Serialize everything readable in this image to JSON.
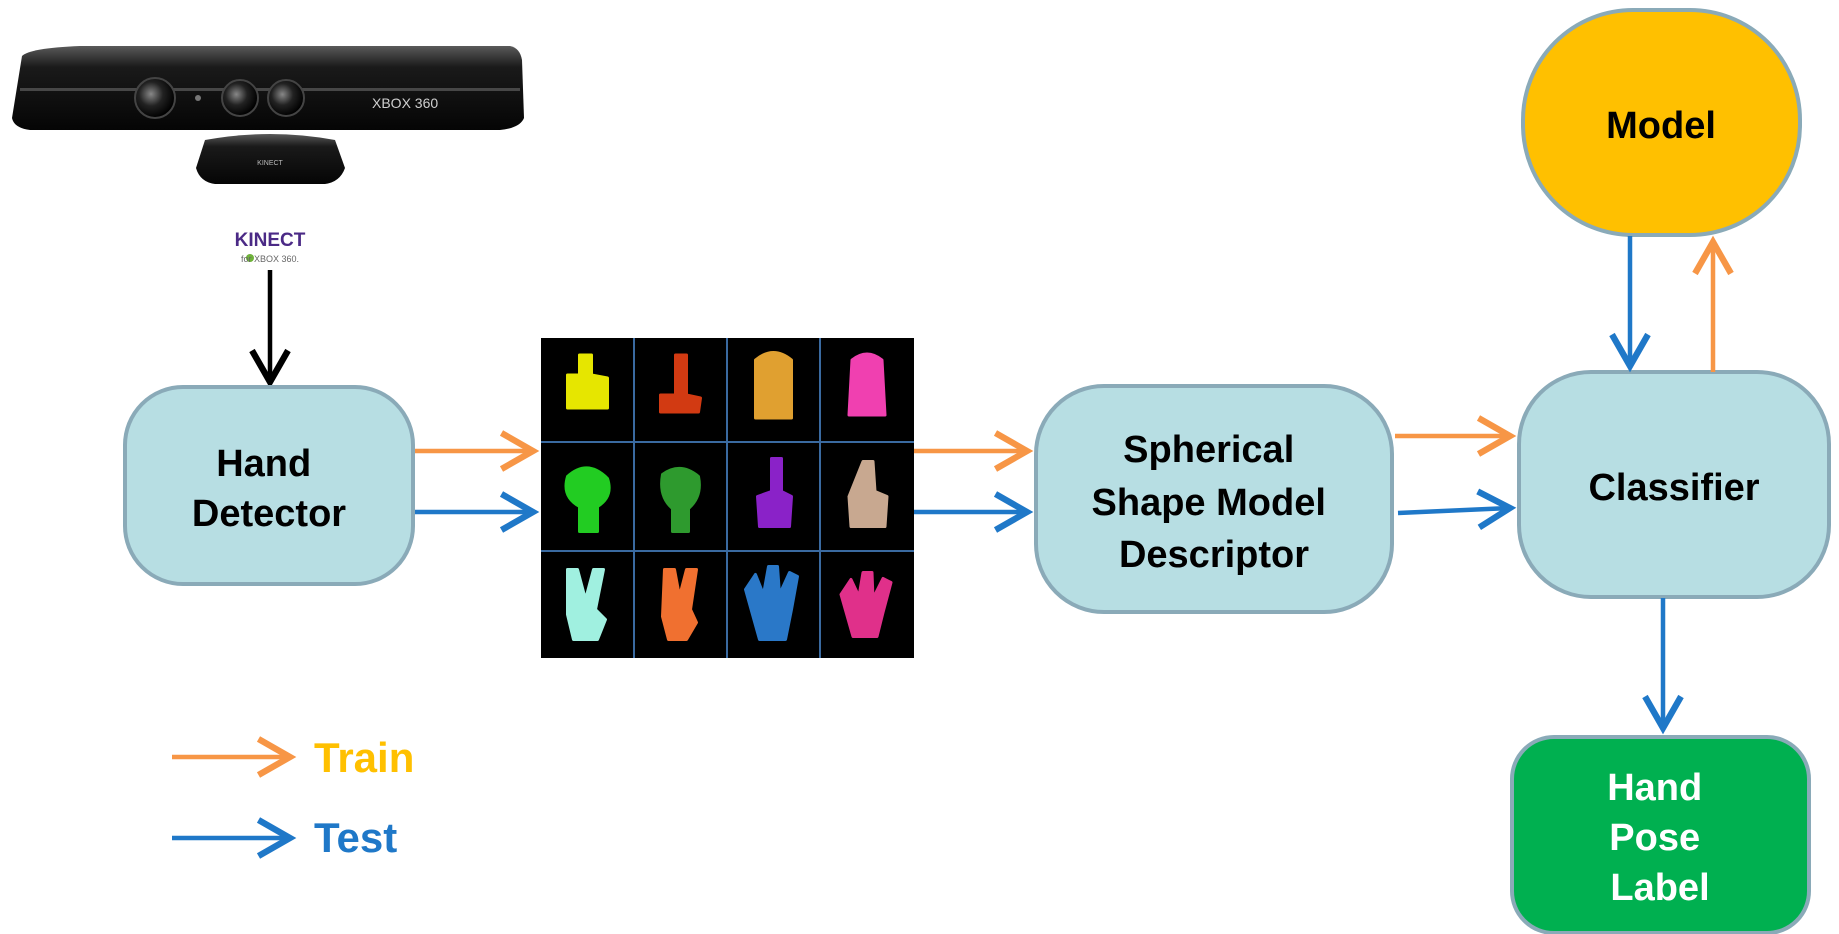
{
  "colors": {
    "train": "#F79646",
    "test": "#1F78C8",
    "input_arrow": "#000000",
    "box_fill": "#B7DEE3",
    "box_stroke": "#8AAAB8",
    "model_fill": "#FFC000",
    "label_fill": "#00B050",
    "train_text": "#FFC000",
    "test_text": "#1F78C8"
  },
  "sensor": {
    "device_text": "XBOX 360",
    "base_text": "KINECT",
    "logo_title": "KINECT",
    "logo_sub": "for XBOX 360."
  },
  "nodes": {
    "hand_detector": [
      "Hand",
      "Detector"
    ],
    "descriptor": [
      "Spherical",
      "Shape Model",
      "Descriptor"
    ],
    "classifier": [
      "Classifier"
    ],
    "model": [
      "Model"
    ],
    "hand_pose_label": [
      "Hand",
      "Pose",
      "Label"
    ]
  },
  "legend": {
    "train": "Train",
    "test": "Test"
  },
  "hand_samples": {
    "description_icon": "segmented-hand-poses-image",
    "colors": [
      "#E6E600",
      "#D23A12",
      "#E0A030",
      "#F040B0",
      "#22CC22",
      "#2E9A2E",
      "#8A22C8",
      "#C8A890",
      "#A0F0E0",
      "#F07030",
      "#2A78C8",
      "#E0308A"
    ]
  }
}
